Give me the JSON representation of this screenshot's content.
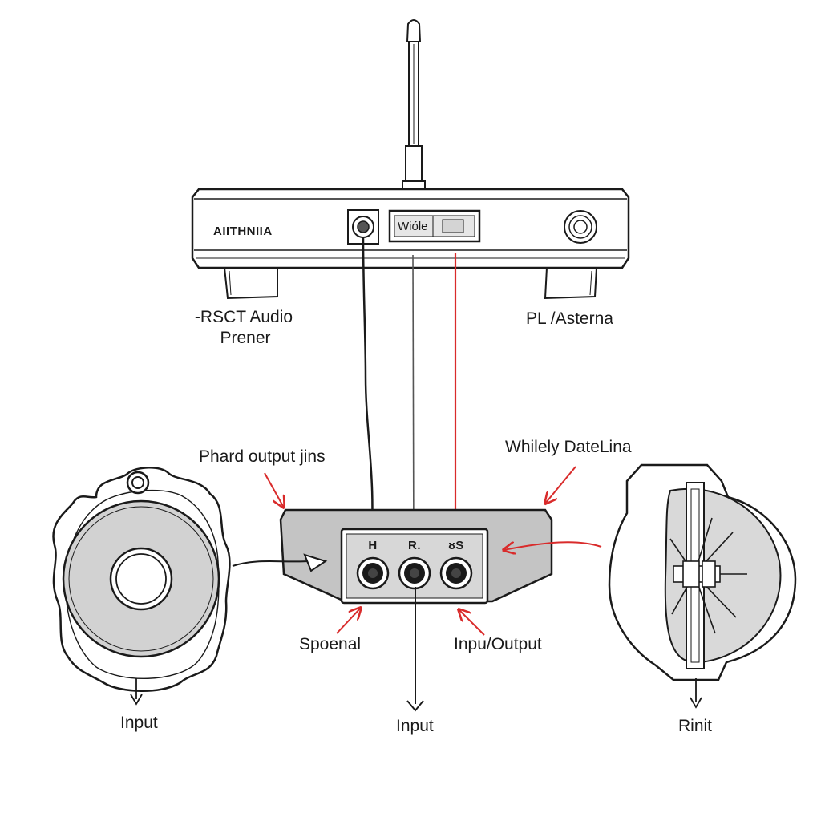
{
  "colors": {
    "ink": "#1a1a1a",
    "accent_red": "#d92b2b",
    "body_gray": "#c4c4c4",
    "speaker_gray": "#d2d2d2",
    "background": "#ffffff"
  },
  "receiver": {
    "brand": "AIITHNIIA",
    "display_text": "Wióle",
    "left_label_line1": "-RSCT Audio",
    "left_label_line2": "Prener",
    "right_label": "PL /Asterna"
  },
  "hub": {
    "jack_labels": [
      "H",
      "R.",
      "ᴕS"
    ]
  },
  "callouts": {
    "top_left": "Phard output jins",
    "top_right": "Whilely DateLina",
    "bottom_left": "Spoenal",
    "bottom_right": "Inpu/Output"
  },
  "bottom_labels": {
    "left": "Input",
    "center": "Input",
    "right": "Rinit"
  }
}
